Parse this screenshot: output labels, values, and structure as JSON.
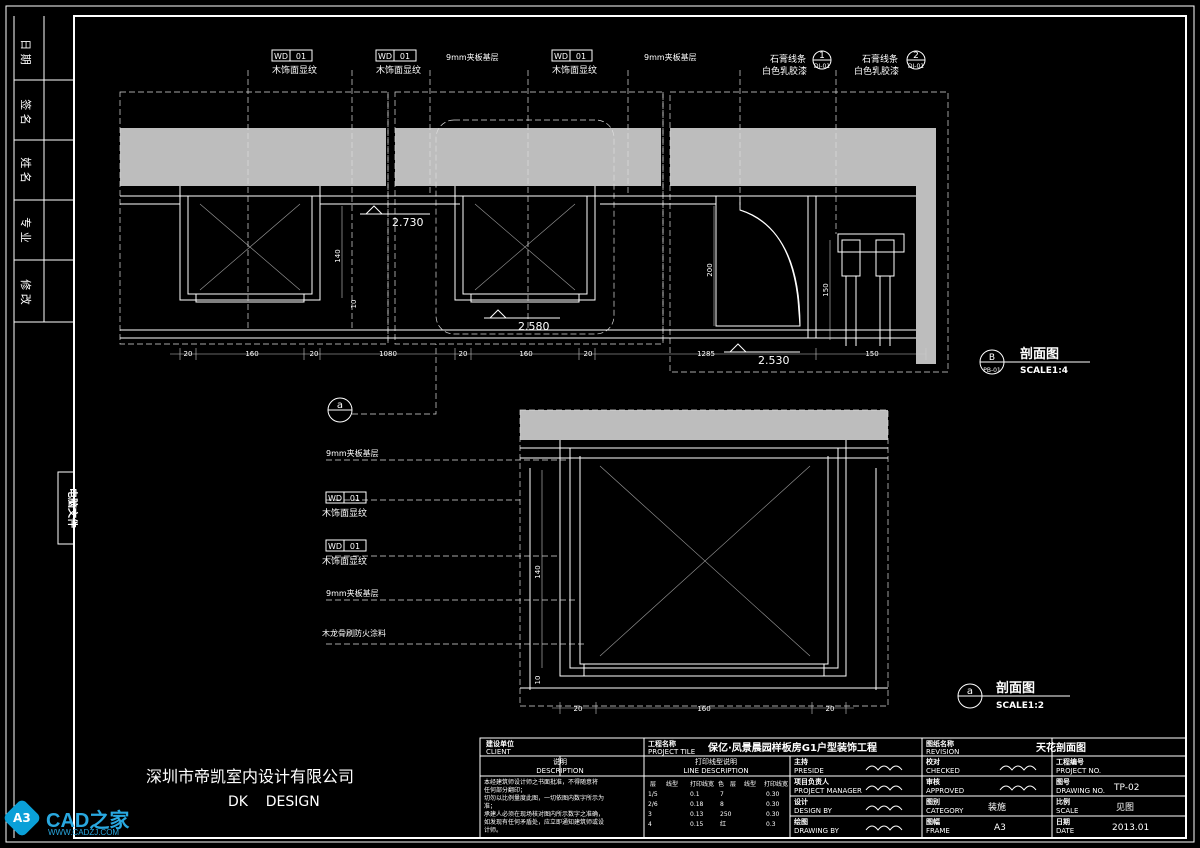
{
  "side_labels": [
    "日 期",
    "签 名",
    "姓 名",
    "专 业",
    "修 改"
  ],
  "side_file_label": "电脑文件",
  "company": {
    "name_cn": "深圳市帝凯室内设计有限公司",
    "name_en": "DK    DESIGN"
  },
  "section_b": {
    "tags": [
      {
        "code": "WD",
        "num": "01",
        "text": "木饰面显纹"
      },
      {
        "code": "WD",
        "num": "01",
        "text": "木饰面显纹"
      },
      {
        "code": "WD",
        "num": "01",
        "text": "木饰面显纹"
      }
    ],
    "plywood_label": "9mm夹板基层",
    "gypsum_label_1": "石膏线条",
    "gypsum_label_2": "白色乳胶漆",
    "ref_1": {
      "num": "1",
      "sheet": "DI-01"
    },
    "ref_2": {
      "num": "2",
      "sheet": "DI-01"
    },
    "levels": [
      "2.730",
      "2.580",
      "2.530"
    ],
    "dims_h": [
      "20",
      "160",
      "20",
      "1080",
      "20",
      "160",
      "20",
      "1285",
      "150"
    ],
    "dims_v": [
      "140",
      "10",
      "200",
      "150"
    ],
    "title": "剖面图",
    "marker": {
      "letter": "B",
      "sheet": "PB-01"
    },
    "scale": "SCALE1:4"
  },
  "section_a": {
    "marker_letter": "a",
    "labels": [
      "9mm夹板基层",
      "木饰面显纹",
      "木饰面显纹",
      "9mm夹板基层",
      "木龙骨刷防火涂料"
    ],
    "tag_code": "WD",
    "tag_num": "01",
    "dims_h": [
      "20",
      "160",
      "20"
    ],
    "dims_v": [
      "140",
      "10"
    ],
    "title": "剖面图",
    "scale": "SCALE1:2"
  },
  "title_block": {
    "client_cn": "建设单位",
    "client_en": "CLIENT",
    "desc_cn": "说明",
    "desc_en": "DESCRIPTION",
    "desc_text": [
      "本经建筑师设计师之书面批准，不得随意将",
      "任何部分翻印；",
      "切勿以比例量度此图，一切依图内数字所示为",
      "准；",
      "承建人必须在现场核对图内所示数字之准确，",
      "如发现有任何矛盾处，应立即通知建筑师或设",
      "计师。"
    ],
    "project_cn": "工程名称",
    "project_en": "PROJECT TILE",
    "project_name": "保亿·凤景晨园样板房G1户型装饰工程",
    "line_cn": "打印线型说明",
    "line_en": "LINE DESCRIPTION",
    "line_headers": [
      "层",
      "线型",
      "打印线宽",
      "色",
      "层",
      "线型",
      "打印线宽"
    ],
    "line_rows": [
      [
        "1/5",
        "0.1",
        "7",
        "0.30"
      ],
      [
        "2/6",
        "0.18",
        "8",
        "0.30"
      ],
      [
        "3",
        "0.13",
        "250",
        "0.30"
      ],
      [
        "4",
        "0.15",
        "红",
        "0.3"
      ]
    ],
    "preside_cn": "主持",
    "preside_en": "PRESIDE",
    "pm_cn": "项目负责人",
    "pm_en": "PROJECT MANAGER",
    "design_cn": "设计",
    "design_en": "DESIGN BY",
    "drawing_cn": "绘图",
    "drawing_en": "DRAWING BY",
    "revision_cn": "图纸名称",
    "revision_en": "REVISION",
    "drawing_title": "天花剖面图",
    "checked_cn": "校对",
    "checked_en": "CHECKED",
    "approved_cn": "审核",
    "approved_en": "APPROVED",
    "category_cn": "图别",
    "category_en": "CATEGORY",
    "category_val": "装施",
    "frame_cn": "图幅",
    "frame_en": "FRAME",
    "frame_val": "A3",
    "projno_cn": "工程编号",
    "projno_en": "PROJECT NO.",
    "drawno_cn": "图号",
    "drawno_en": "DRAWING NO.",
    "drawno_val": "TP-02",
    "scale_cn": "比例",
    "scale_en": "SCALE",
    "scale_val": "见图",
    "date_cn": "日期",
    "date_en": "DATE",
    "date_val": "2013.01"
  },
  "logo": {
    "mark": "A3",
    "name": "CAD之家",
    "url": "WWW.CADZJ.COM"
  }
}
